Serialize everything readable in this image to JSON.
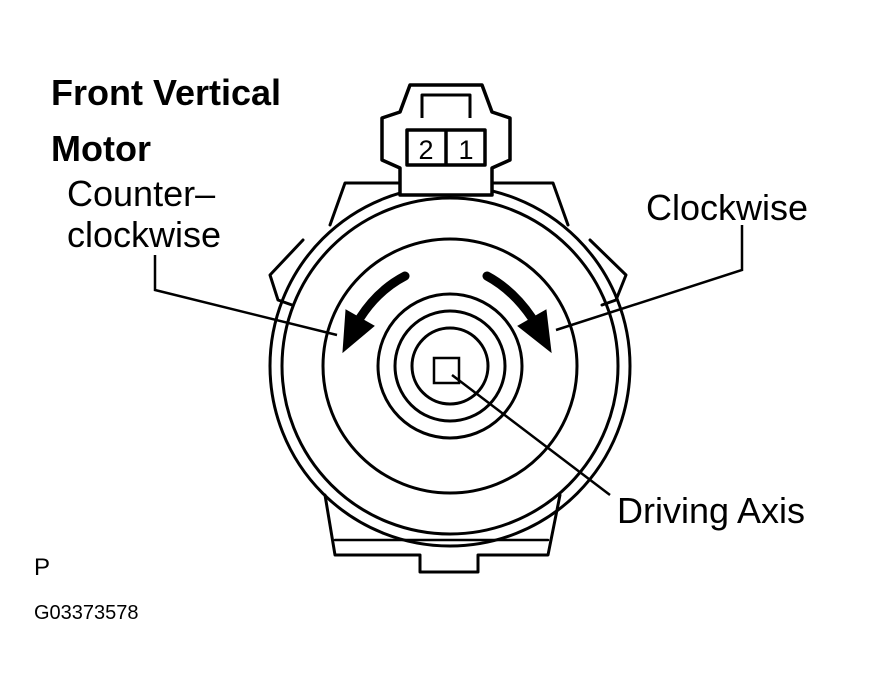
{
  "title_line1": "Front Vertical",
  "title_line2": "Motor",
  "labels": {
    "ccw_line1": "Counter–",
    "ccw_line2": "clockwise",
    "cw": "Clockwise",
    "driving_axis": "Driving Axis"
  },
  "connector_pins": [
    "2",
    "1"
  ],
  "footer": {
    "p": "P",
    "code": "G03373578"
  }
}
